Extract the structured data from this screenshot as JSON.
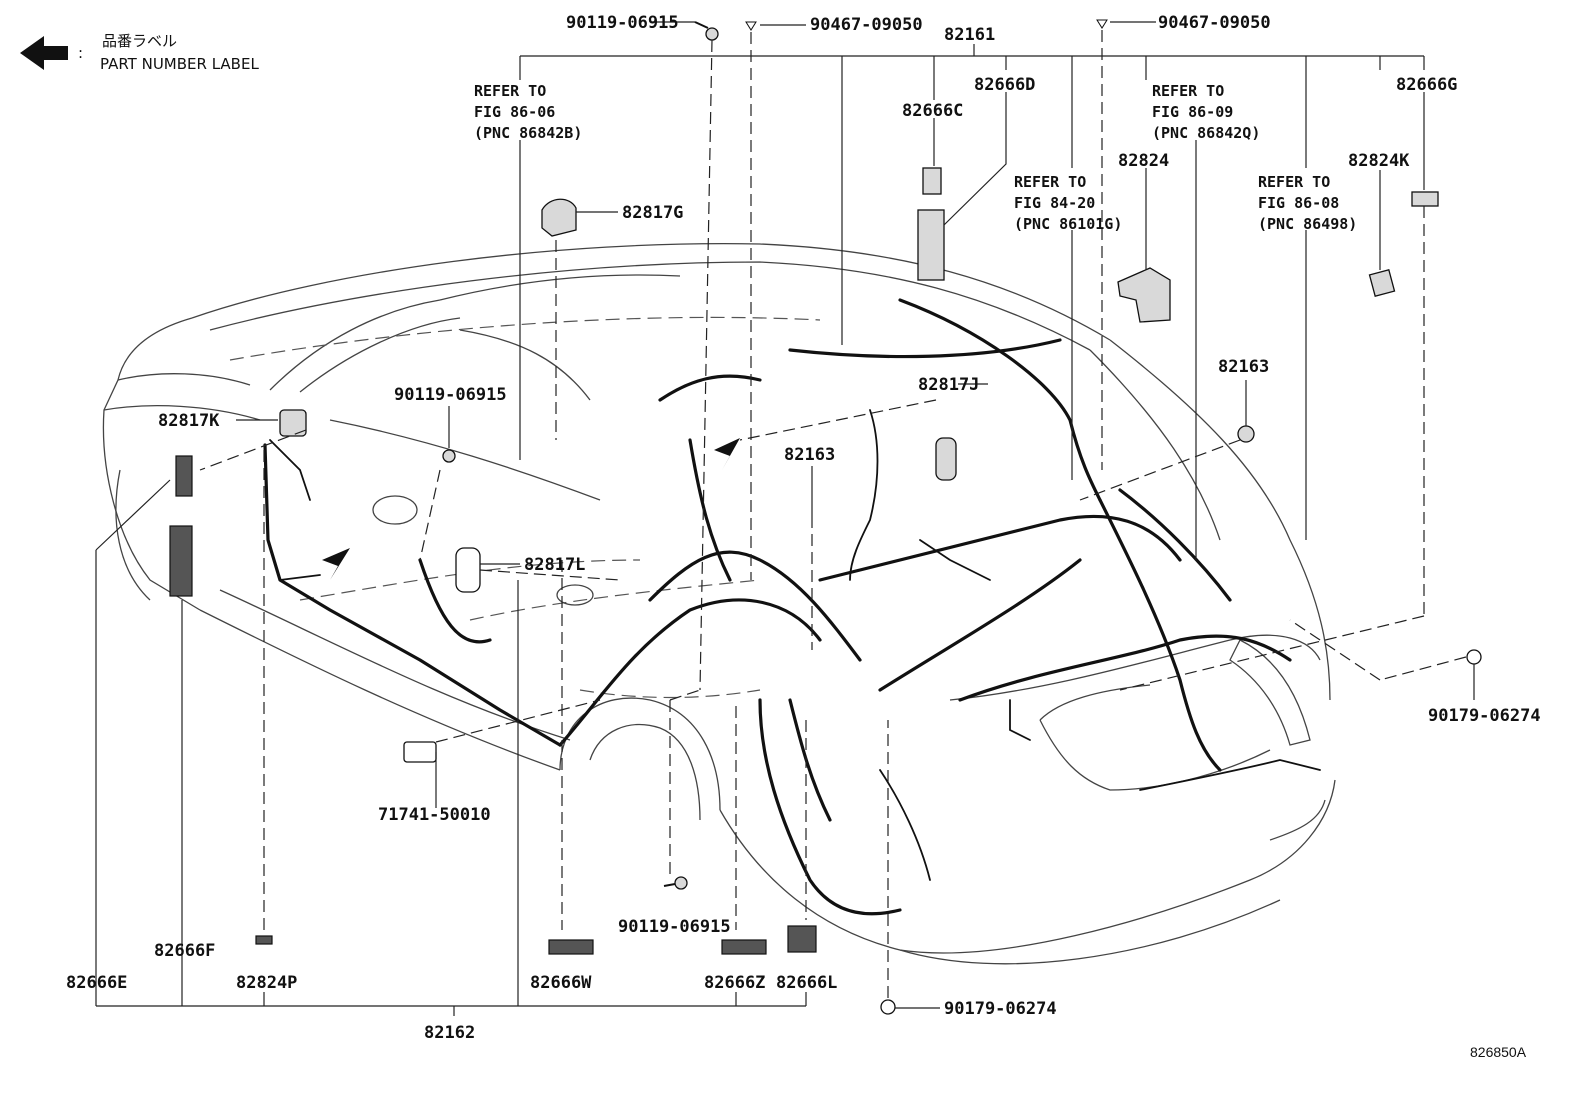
{
  "legend": {
    "label_jp": "品番ラベル",
    "label_en": "PART NUMBER LABEL",
    "separator": ":"
  },
  "labels": {
    "p90119_top": "90119-06915",
    "p90467_left": "90467-09050",
    "p82161": "82161",
    "p90467_right": "90467-09050",
    "p82666D": "82666D",
    "p82666G": "82666G",
    "p82666C": "82666C",
    "p82824": "82824",
    "p82824K": "82824K",
    "p82817G": "82817G",
    "p82163_right": "82163",
    "p82817J": "82817J",
    "p82163_mid": "82163",
    "p90119_left": "90119-06915",
    "p82817K": "82817K",
    "p82817L": "82817L",
    "p71741": "71741-50010",
    "p90179_right": "90179-06274",
    "p90119_bottom": "90119-06915",
    "p82666F": "82666F",
    "p82666E": "82666E",
    "p82824P": "82824P",
    "p82666W": "82666W",
    "p82666Z": "82666Z",
    "p82666L": "82666L",
    "p90179_bottom": "90179-06274",
    "p82162": "82162"
  },
  "refs": {
    "ref_86_06": [
      "REFER TO",
      "FIG 86-06",
      "(PNC 86842B)"
    ],
    "ref_86_09": [
      "REFER TO",
      "FIG 86-09",
      "(PNC 86842Q)"
    ],
    "ref_84_20": [
      "REFER TO",
      "FIG 84-20",
      "(PNC 86101G)"
    ],
    "ref_86_08": [
      "REFER TO",
      "FIG 86-08",
      "(PNC 86498)"
    ]
  },
  "diagram_code": "826850A"
}
